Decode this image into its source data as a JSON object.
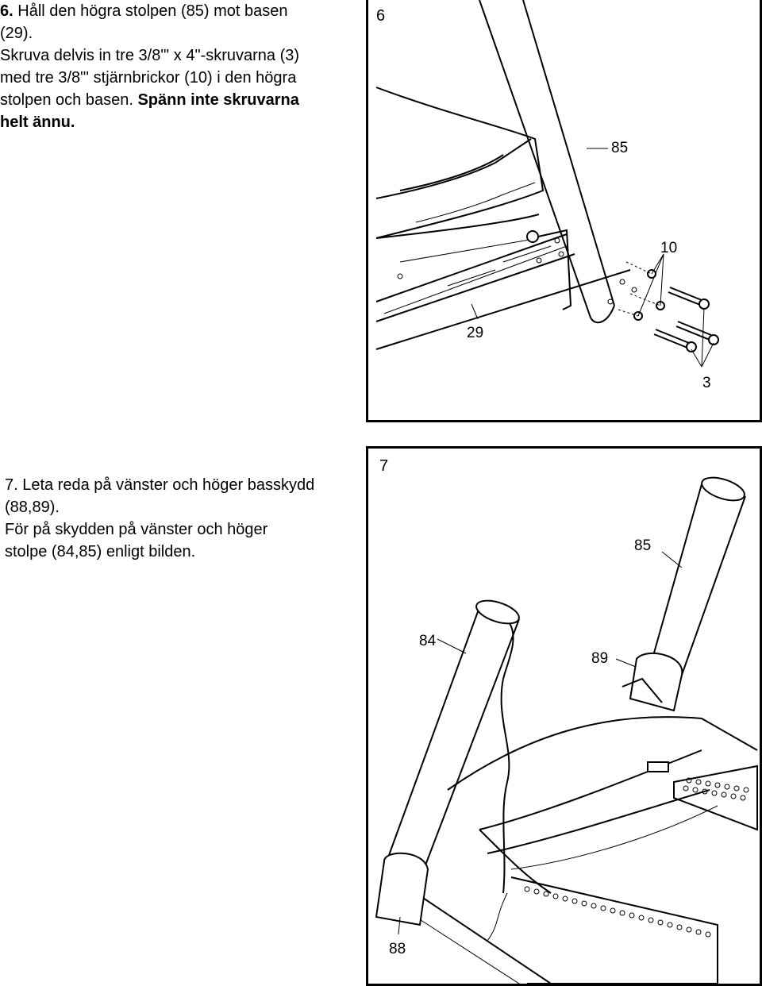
{
  "step6": {
    "heading_prefix": "6.",
    "lines": [
      "Håll den högra stolpen (85) mot basen",
      "(29).",
      "Skruva delvis in tre 3/8\"' x 4\"-skruvarna (3)",
      "med tre 3/8\"' stjärnbrickor (10) i den högra",
      "stolpen och basen. "
    ],
    "bold_warning_1": "Spänn inte skruvarna",
    "bold_warning_2": "helt ännu.",
    "figure": {
      "number": "6",
      "callouts": {
        "post": "85",
        "star_washer": "10",
        "base": "29",
        "bolt": "3"
      }
    }
  },
  "step7": {
    "lines": [
      "7. Leta reda på vänster och höger basskydd",
      "(88,89).",
      "För på skydden på vänster och höger",
      "stolpe (84,85) enligt bilden."
    ],
    "figure": {
      "number": "7",
      "callouts": {
        "right_post": "85",
        "left_post": "84",
        "right_guard": "89",
        "left_guard": "88"
      }
    }
  }
}
